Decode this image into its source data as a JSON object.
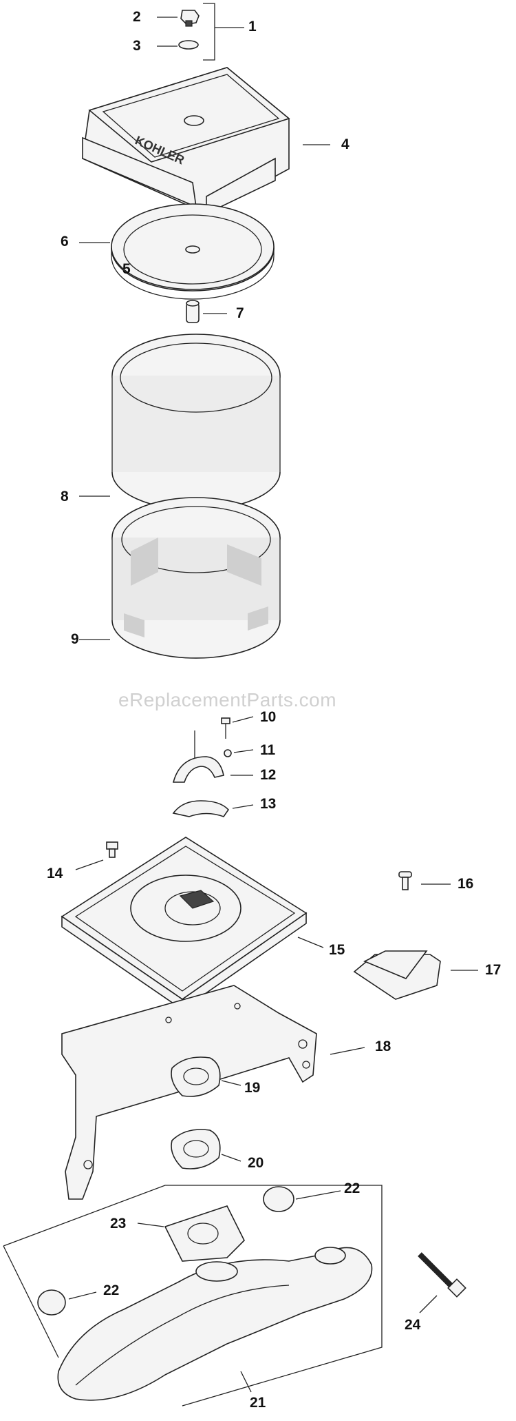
{
  "watermark": "eReplacementParts.com",
  "brand_on_cover": "KOHLER",
  "callouts": [
    "1",
    "2",
    "3",
    "4",
    "5",
    "6",
    "7",
    "8",
    "9",
    "10",
    "11",
    "12",
    "13",
    "14",
    "15",
    "16",
    "17",
    "18",
    "19",
    "20",
    "21",
    "22",
    "22",
    "23",
    "24"
  ]
}
